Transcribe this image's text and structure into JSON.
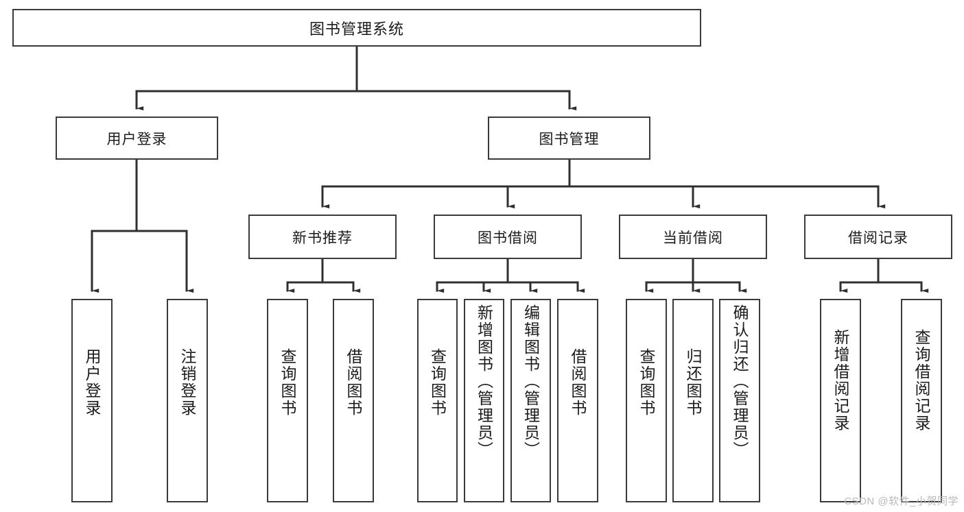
{
  "diagram": {
    "title": "图书管理系统",
    "type": "hierarchy-tree",
    "orientation": "top-down",
    "colors": {
      "box_border": "#3a3a3a",
      "box_fill": "#ffffff",
      "connector": "#2f2f2f",
      "text": "#1b1b1b",
      "watermark": "#b9b9b9",
      "background": "#ffffff"
    },
    "root": {
      "label": "图书管理系统"
    },
    "level1": [
      {
        "id": "user-login",
        "label": "用户登录"
      },
      {
        "id": "book-management",
        "label": "图书管理"
      }
    ],
    "level2": [
      {
        "id": "new-book-recommend",
        "label": "新书推荐",
        "parent": "book-management"
      },
      {
        "id": "book-borrow",
        "label": "图书借阅",
        "parent": "book-management"
      },
      {
        "id": "current-borrow",
        "label": "当前借阅",
        "parent": "book-management"
      },
      {
        "id": "borrow-record",
        "label": "借阅记录",
        "parent": "book-management"
      }
    ],
    "leaves": [
      {
        "id": "leaf-user-login",
        "label": "用户登录",
        "parent": "user-login"
      },
      {
        "id": "leaf-logout-login",
        "label": "注销登录",
        "parent": "user-login"
      },
      {
        "id": "leaf-query-book-1",
        "label": "查询图书",
        "parent": "new-book-recommend"
      },
      {
        "id": "leaf-borrow-book-1",
        "label": "借阅图书",
        "parent": "new-book-recommend"
      },
      {
        "id": "leaf-query-book-2",
        "label": "查询图书",
        "parent": "book-borrow"
      },
      {
        "id": "leaf-add-book",
        "label": "新增图书（管理员）",
        "parent": "book-borrow"
      },
      {
        "id": "leaf-edit-book",
        "label": "编辑图书（管理员）",
        "parent": "book-borrow"
      },
      {
        "id": "leaf-borrow-book-2",
        "label": "借阅图书",
        "parent": "book-borrow"
      },
      {
        "id": "leaf-query-book-3",
        "label": "查询图书",
        "parent": "current-borrow"
      },
      {
        "id": "leaf-return-book",
        "label": "归还图书",
        "parent": "current-borrow"
      },
      {
        "id": "leaf-confirm-return",
        "label": "确认归还（管理员）",
        "parent": "current-borrow"
      },
      {
        "id": "leaf-add-record",
        "label": "新增借阅记录",
        "parent": "borrow-record"
      },
      {
        "id": "leaf-query-record",
        "label": "查询借阅记录",
        "parent": "borrow-record"
      }
    ]
  },
  "watermark": {
    "text": "CSDN @软件_小贺同学"
  }
}
